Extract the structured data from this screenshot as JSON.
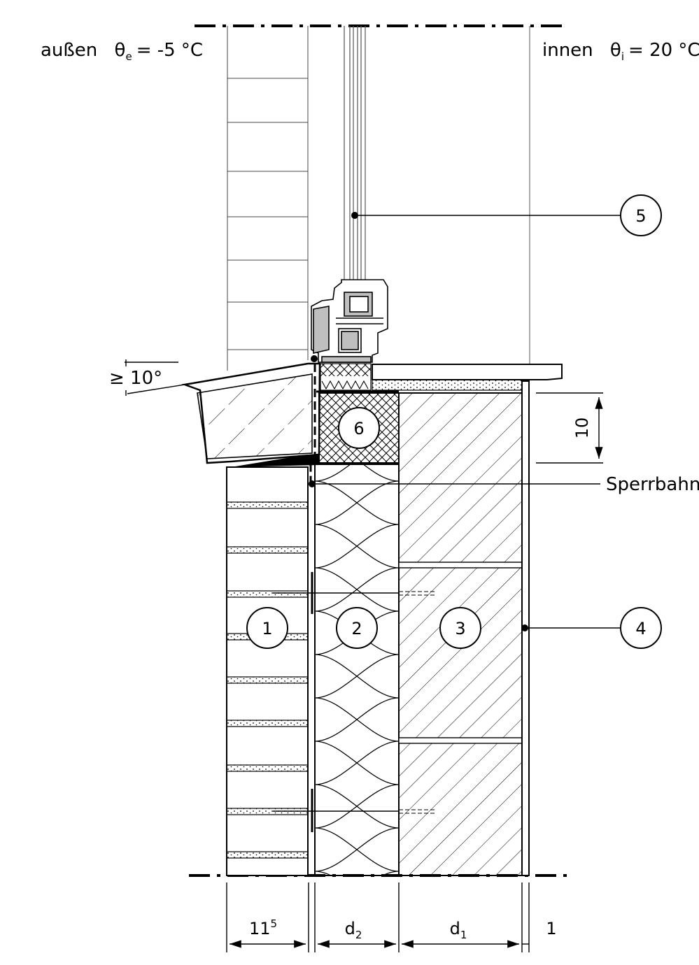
{
  "labels": {
    "outside_word": "außen",
    "outside_symbol": "θ",
    "outside_sub": "e",
    "outside_value": "= -5 °C",
    "inside_word": "innen",
    "inside_symbol": "θ",
    "inside_sub": "i",
    "inside_value": "= 20 °C",
    "sperrbahn": "Sperrbahn",
    "angle": "≥ 10°",
    "height_dim": "10"
  },
  "callouts": [
    "1",
    "2",
    "3",
    "4",
    "5",
    "6"
  ],
  "dimensions": {
    "brick": "11",
    "brick_sup": "5",
    "insulation": "d",
    "insulation_sub": "2",
    "masonry": "d",
    "masonry_sub": "1",
    "plaster": "1"
  },
  "colors": {
    "line": "#000000",
    "frame_grey": "#bfbfbf",
    "glass_line": "#555555"
  }
}
